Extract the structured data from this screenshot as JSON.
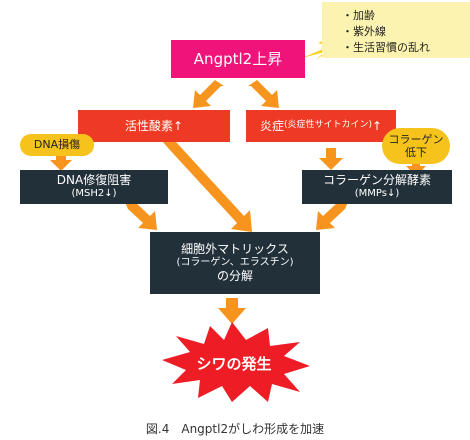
{
  "root": {
    "label": "Angptl2上昇"
  },
  "factors_note": {
    "items": [
      "加齢",
      "紫外線",
      "生活習慣の乱れ"
    ]
  },
  "oxidative": {
    "label": "活性酸素↑"
  },
  "inflammation": {
    "label": "炎症",
    "detail": "(炎症性サイトカイン)",
    "suffix": "↑"
  },
  "dna_damage": {
    "label": "DNA損傷"
  },
  "collagen_decrease": {
    "line1": "コラーゲン",
    "line2": "低下"
  },
  "dna_repair": {
    "label": "DNA修復阻害",
    "sub": "(MSH2↓)"
  },
  "collagen_enzyme": {
    "label": "コラーゲン分解酵素",
    "sub": "(MMPs↓)"
  },
  "ecm": {
    "line1": "細胞外マトリックス",
    "line2": "(コラーゲン、エラスチン)",
    "line3": "の分解"
  },
  "result": {
    "label": "シワの発生"
  },
  "caption": {
    "label": "図.4　Angptl2がしわ形成を加速"
  },
  "colors": {
    "pink": "#f0147a",
    "red": "#ee3a24",
    "dark": "#22303a",
    "arrow": "#f7941d",
    "note": "#fdf3b0",
    "pill": "#f6c21c",
    "lightning": "#f6d21c"
  }
}
